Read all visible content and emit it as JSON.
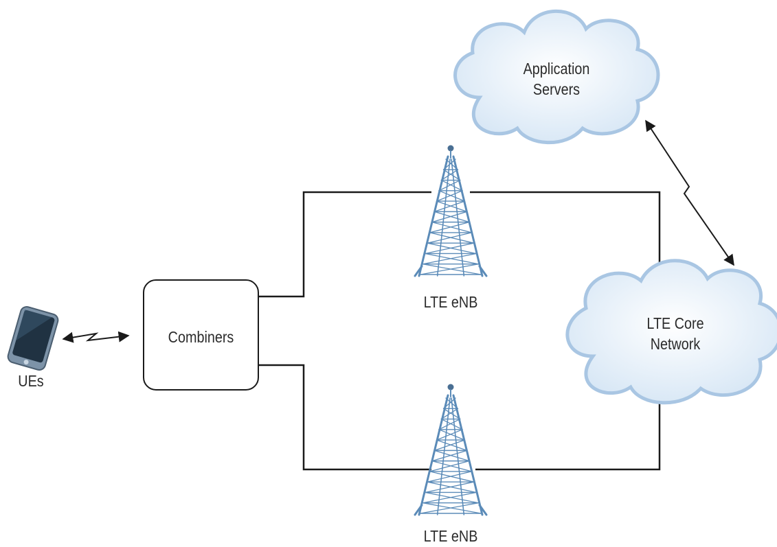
{
  "diagram": {
    "ue_label": "UEs",
    "combiner_label": "Combiners",
    "enb_top_label": "LTE eNB",
    "enb_bottom_label": "LTE eNB",
    "core_line1": "LTE Core",
    "core_line2": "Network",
    "servers_line1": "Application",
    "servers_line2": "Servers"
  },
  "colors": {
    "line": "#1a1a1a",
    "tower": "#5b8bb8",
    "cloud_fill": "#e3eef8",
    "cloud_stroke": "#a9c6e3",
    "phone_body": "#6a7f93",
    "phone_screen": "#223547"
  },
  "icons": {
    "ue": "smartphone-icon",
    "enb": "cell-tower-icon",
    "cloud": "cloud-icon",
    "wireless": "lightning-bolt-arrow-icon"
  }
}
